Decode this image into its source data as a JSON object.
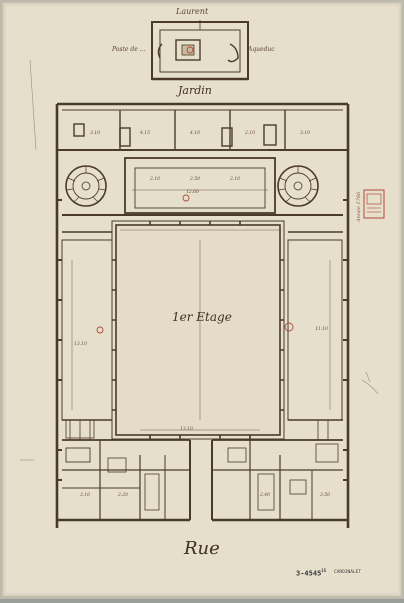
{
  "drawing": {
    "top_label": "Laurent",
    "garden_left": "Poste de ...",
    "garden_right": "Aqueduc",
    "garden_title": "Jardin",
    "floor_label": "1er Etage",
    "street_label": "Rue",
    "stamp_text": "3-4545",
    "stamp_sup": "15",
    "collection_note": "CARDINALET",
    "margin_note": "Année 1786",
    "ink_color": "#4a3a2a",
    "red_ink_color": "#b34a3a",
    "paper_color": "#e7dfcc"
  }
}
